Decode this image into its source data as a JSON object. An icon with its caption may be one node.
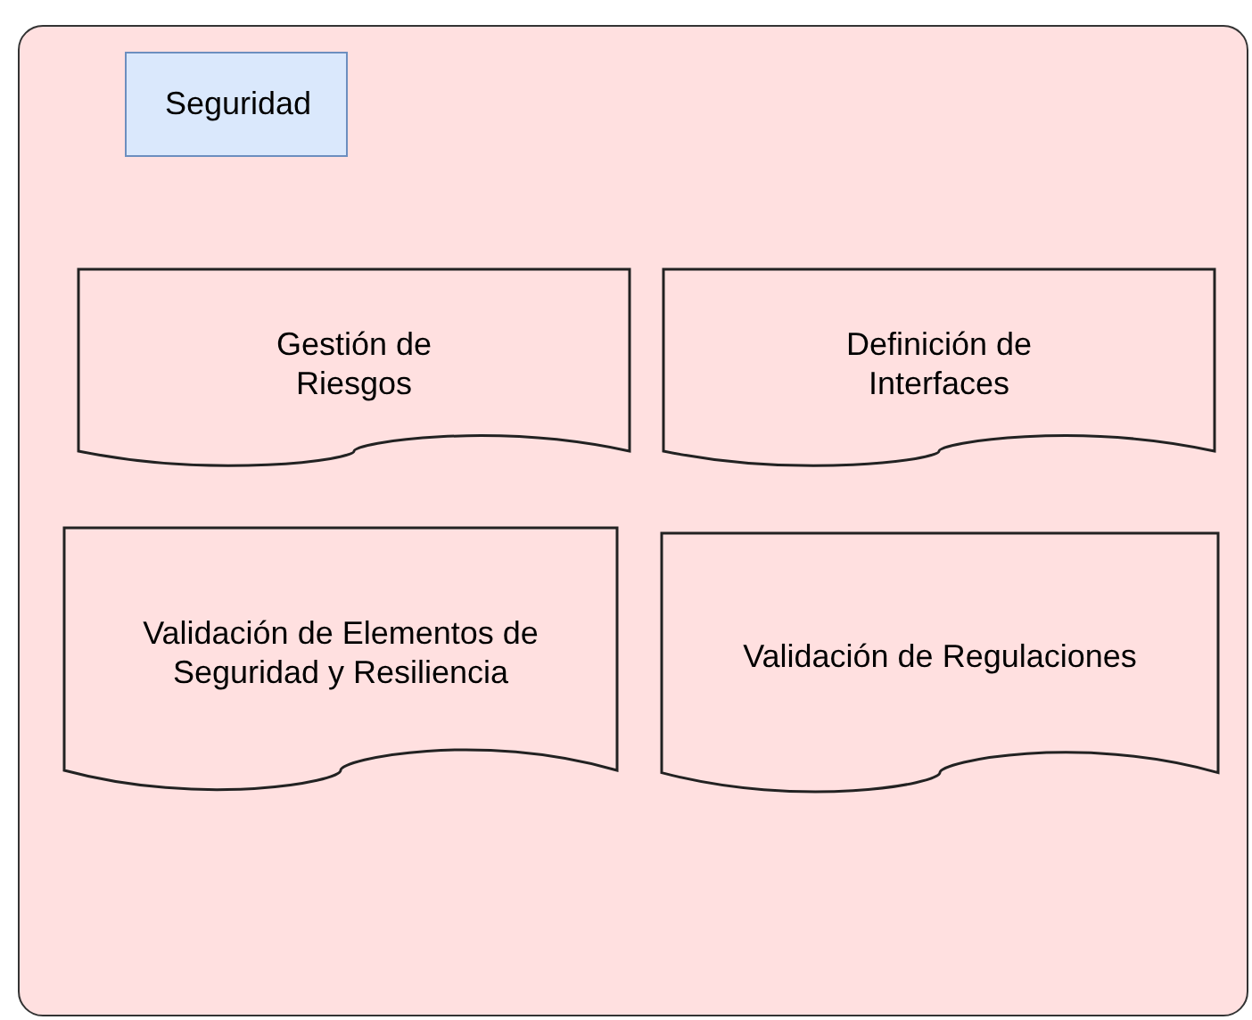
{
  "diagram": {
    "nodes": [
      {
        "text": [],
        "shape": "box"
      },
      {
        "text": [
          "Seguridad"
        ],
        "in": 0
      },
      {
        "text": [
          "Gestión de Riesgos"
        ],
        "in": 0
      },
      {
        "text": [
          "Definición de Interfaces"
        ],
        "in": 0
      },
      {
        "text": [
          "Validación de Elementos de Seguridad y Resiliencia"
        ],
        "in": 0
      },
      {
        "text": [
          "Validación de Regulaciones"
        ],
        "in": 0
      }
    ]
  }
}
